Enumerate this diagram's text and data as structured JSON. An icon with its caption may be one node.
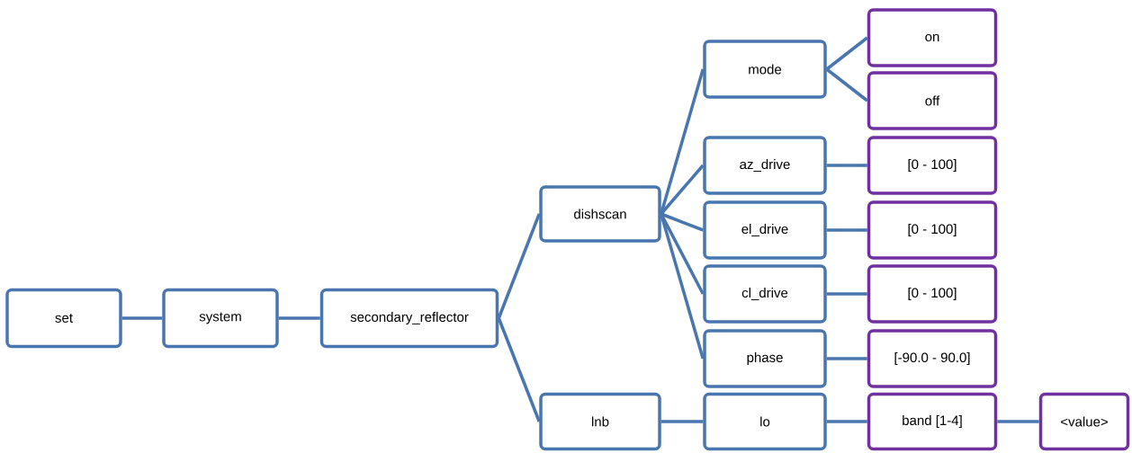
{
  "diagram": {
    "nodes": [
      {
        "text": [
          "set"
        ]
      },
      {
        "text": [
          "system"
        ]
      },
      {
        "text": [
          "secondary_reflector"
        ]
      },
      {
        "text": [
          "dishscan"
        ]
      },
      {
        "text": [
          "lnb"
        ]
      },
      {
        "text": [
          "mode"
        ]
      },
      {
        "text": [
          "on"
        ]
      },
      {
        "text": [
          "off"
        ]
      },
      {
        "text": [
          "az_drive"
        ]
      },
      {
        "text": [
          "[0 - 100]"
        ]
      },
      {
        "text": [
          "el_drive"
        ]
      },
      {
        "text": [
          "[0 - 100]"
        ]
      },
      {
        "text": [
          "cl_drive"
        ]
      },
      {
        "text": [
          "[0 - 100]"
        ]
      },
      {
        "text": [
          "phase"
        ]
      },
      {
        "text": [
          "[-90.0 - 90.0]"
        ]
      },
      {
        "text": [
          "lo"
        ]
      },
      {
        "text": [
          "band [1-4]"
        ]
      },
      {
        "text": [
          "<value>"
        ]
      }
    ],
    "edges": [
      {
        "from": 0,
        "to": 1,
        "arrow": "none"
      },
      {
        "from": 1,
        "to": 2,
        "arrow": "none"
      },
      {
        "from": 2,
        "to": 3,
        "arrow": "none"
      },
      {
        "from": 2,
        "to": 4,
        "arrow": "none"
      },
      {
        "from": 3,
        "to": 5,
        "arrow": "none"
      },
      {
        "from": 3,
        "to": 8,
        "arrow": "none"
      },
      {
        "from": 3,
        "to": 10,
        "arrow": "none"
      },
      {
        "from": 3,
        "to": 12,
        "arrow": "none"
      },
      {
        "from": 3,
        "to": 14,
        "arrow": "none"
      },
      {
        "from": 5,
        "to": 6,
        "arrow": "none"
      },
      {
        "from": 5,
        "to": 7,
        "arrow": "none"
      },
      {
        "from": 8,
        "to": 9,
        "arrow": "none"
      },
      {
        "from": 10,
        "to": 11,
        "arrow": "none"
      },
      {
        "from": 12,
        "to": 13,
        "arrow": "none"
      },
      {
        "from": 14,
        "to": 15,
        "arrow": "none"
      },
      {
        "from": 4,
        "to": 16,
        "arrow": "none"
      },
      {
        "from": 16,
        "to": 17,
        "arrow": "none"
      },
      {
        "from": 17,
        "to": 18,
        "arrow": "none"
      }
    ]
  }
}
